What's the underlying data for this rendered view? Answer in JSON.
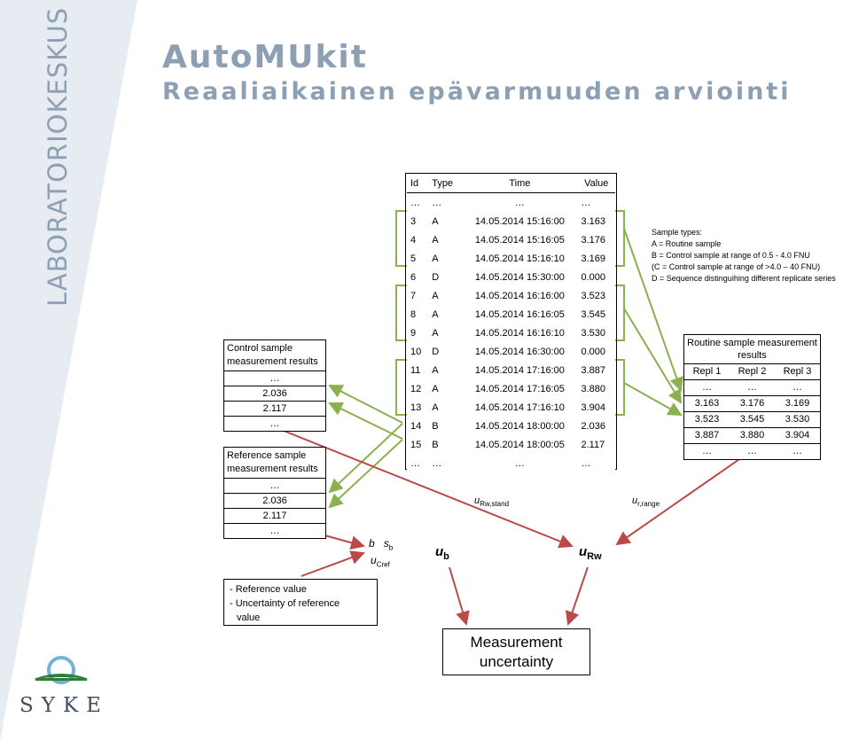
{
  "brand_vertical": "LABORATORIOKESKUS",
  "title_line1": "AutoMUkit",
  "title_line2": "Reaaliaikainen epävarmuuden arviointi",
  "main_table": {
    "headers": [
      "Id",
      "Type",
      "Time",
      "Value"
    ],
    "rows": [
      [
        "…",
        "…",
        "…",
        "…"
      ],
      [
        "3",
        "A",
        "14.05.2014 15:16:00",
        "3.163"
      ],
      [
        "4",
        "A",
        "14.05.2014 15:16:05",
        "3.176"
      ],
      [
        "5",
        "A",
        "14.05.2014 15:16:10",
        "3.169"
      ],
      [
        "6",
        "D",
        "14.05.2014 15:30:00",
        "0.000"
      ],
      [
        "7",
        "A",
        "14.05.2014 16:16:00",
        "3.523"
      ],
      [
        "8",
        "A",
        "14.05.2014 16:16:05",
        "3.545"
      ],
      [
        "9",
        "A",
        "14.05.2014 16:16:10",
        "3.530"
      ],
      [
        "10",
        "D",
        "14.05.2014 16:30:00",
        "0.000"
      ],
      [
        "11",
        "A",
        "14.05.2014 17:16:00",
        "3.887"
      ],
      [
        "12",
        "A",
        "14.05.2014 17:16:05",
        "3.880"
      ],
      [
        "13",
        "A",
        "14.05.2014 17:16:10",
        "3.904"
      ],
      [
        "14",
        "B",
        "14.05.2014 18:00:00",
        "2.036"
      ],
      [
        "15",
        "B",
        "14.05.2014 18:00:05",
        "2.117"
      ],
      [
        "…",
        "…",
        "…",
        "…"
      ]
    ]
  },
  "sample_types": [
    "Sample types:",
    "A = Routine sample",
    "B = Control sample at range of 0.5 - 4.0 FNU",
    "(C = Control sample at range of >4.0 – 40 FNU)",
    "D = Sequence distinguihing different replicate series"
  ],
  "control_box": {
    "title": "Control sample measurement  results",
    "values": [
      "…",
      "2.036",
      "2.117",
      "…"
    ]
  },
  "reference_box": {
    "title": "Reference sample measurement results",
    "values": [
      "…",
      "2.036",
      "2.117",
      "…"
    ]
  },
  "routine_box": {
    "title": "Routine sample measurement results",
    "headers": [
      "Repl 1",
      "Repl 2",
      "Repl 3"
    ],
    "rows": [
      [
        "…",
        "…",
        "…"
      ],
      [
        "3.163",
        "3.176",
        "3.169"
      ],
      [
        "3.523",
        "3.545",
        "3.530"
      ],
      [
        "3.887",
        "3.880",
        "3.904"
      ],
      [
        "…",
        "…",
        "…"
      ]
    ]
  },
  "labels": {
    "u_rw_stand": "u",
    "u_rw_stand_sub": "Rw,stand",
    "u_r_range": "u",
    "u_r_range_sub": "r,range",
    "b": "b",
    "s": "s",
    "s_sub": "b",
    "u_cref": "u",
    "u_cref_sub": "Cref",
    "ub": "u",
    "ub_sub": "b",
    "urw": "u",
    "urw_sub": "Rw"
  },
  "reference_value_box": [
    "- Reference value",
    "- Uncertainty of reference",
    "  value"
  ],
  "measurement_uncertainty": [
    "Measurement",
    "uncertainty"
  ],
  "logo_text": "SYKE",
  "colors": {
    "title": "#8d9fb3",
    "green": "#8ab04f",
    "red": "#b94a48",
    "side_band": "#e6ecf1"
  }
}
